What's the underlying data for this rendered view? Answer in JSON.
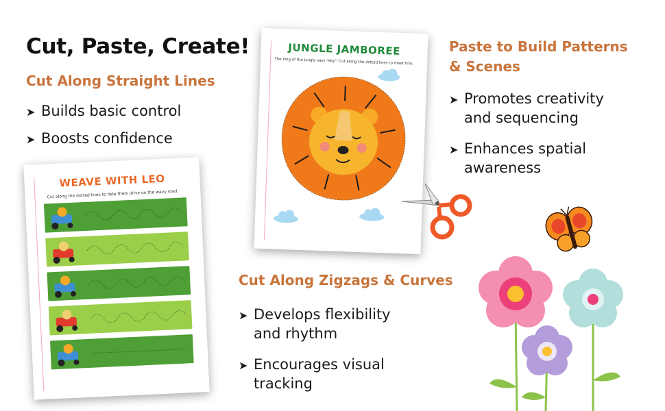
{
  "title": "Cut, Paste, Create!",
  "sections": {
    "straight": {
      "heading": "Cut Along Straight Lines",
      "bullets": [
        "Builds basic control",
        "Boosts confidence"
      ]
    },
    "paste": {
      "heading_line1": "Paste to Build Patterns",
      "heading_line2": "& Scenes",
      "bullets": [
        {
          "line1": "Promotes creativity",
          "line2": "and sequencing"
        },
        {
          "line1": "Enhances spatial",
          "line2": "awareness"
        }
      ]
    },
    "zigzag": {
      "heading": "Cut Along Zigzags & Curves",
      "bullets": [
        {
          "line1": "Develops flexibility",
          "line2": "and rhythm"
        },
        {
          "line1": "Encourages visual",
          "line2": "tracking"
        }
      ]
    }
  },
  "worksheets": {
    "weave": {
      "title": "WEAVE WITH LEO",
      "subtitle": "Cut along the dotted lines to help them drive on the wavy road."
    },
    "jungle": {
      "title": "JUNGLE JAMBOREE",
      "subtitle": "The king of the jungle says 'Hey'! Cut along the dotted lines to meet him."
    }
  },
  "icons": [
    "arrow-bullet-icon",
    "scissors-icon",
    "butterfly-icon",
    "flower-icon",
    "lion-icon",
    "tractor-icon",
    "cloud-icon"
  ],
  "colors": {
    "heading": "#c8753c",
    "weave_title": "#e86a2a",
    "jungle_title": "#1f8a3a",
    "strip_green": "#5aa83a",
    "lion_mane": "#f07a1a"
  }
}
